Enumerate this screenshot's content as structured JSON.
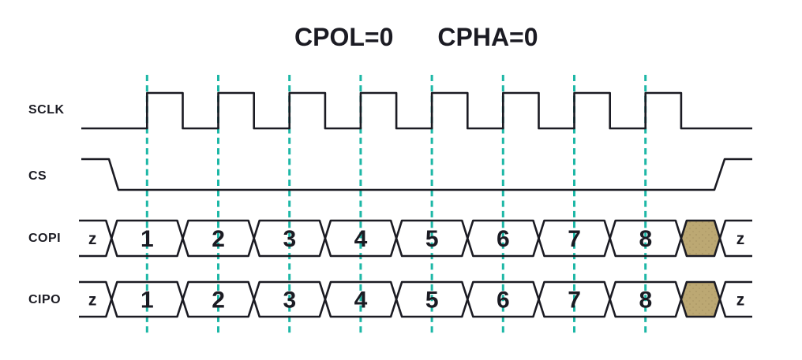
{
  "title": {
    "cpol": "CPOL=0",
    "cpha": "CPHA=0"
  },
  "colors": {
    "line": "#1b1b23",
    "sample_line": "#1db7a6",
    "bus_unknown_fill": "#bca873",
    "background": "#ffffff"
  },
  "diagram": {
    "clock_cycles": 8,
    "sample_edge": "rising",
    "signals": [
      {
        "name": "SCLK",
        "kind": "clock",
        "idle_level": "low"
      },
      {
        "name": "CS",
        "kind": "chip-select",
        "active_level": "low"
      },
      {
        "name": "COPI",
        "kind": "bus",
        "cells": [
          {
            "label": "z"
          },
          {
            "label": "1"
          },
          {
            "label": "2"
          },
          {
            "label": "3"
          },
          {
            "label": "4"
          },
          {
            "label": "5"
          },
          {
            "label": "6"
          },
          {
            "label": "7"
          },
          {
            "label": "8"
          },
          {
            "label": "",
            "shaded": true
          },
          {
            "label": "z"
          }
        ]
      },
      {
        "name": "CIPO",
        "kind": "bus",
        "cells": [
          {
            "label": "z"
          },
          {
            "label": "1"
          },
          {
            "label": "2"
          },
          {
            "label": "3"
          },
          {
            "label": "4"
          },
          {
            "label": "5"
          },
          {
            "label": "6"
          },
          {
            "label": "7"
          },
          {
            "label": "8"
          },
          {
            "label": "",
            "shaded": true
          },
          {
            "label": "z"
          }
        ]
      }
    ]
  }
}
